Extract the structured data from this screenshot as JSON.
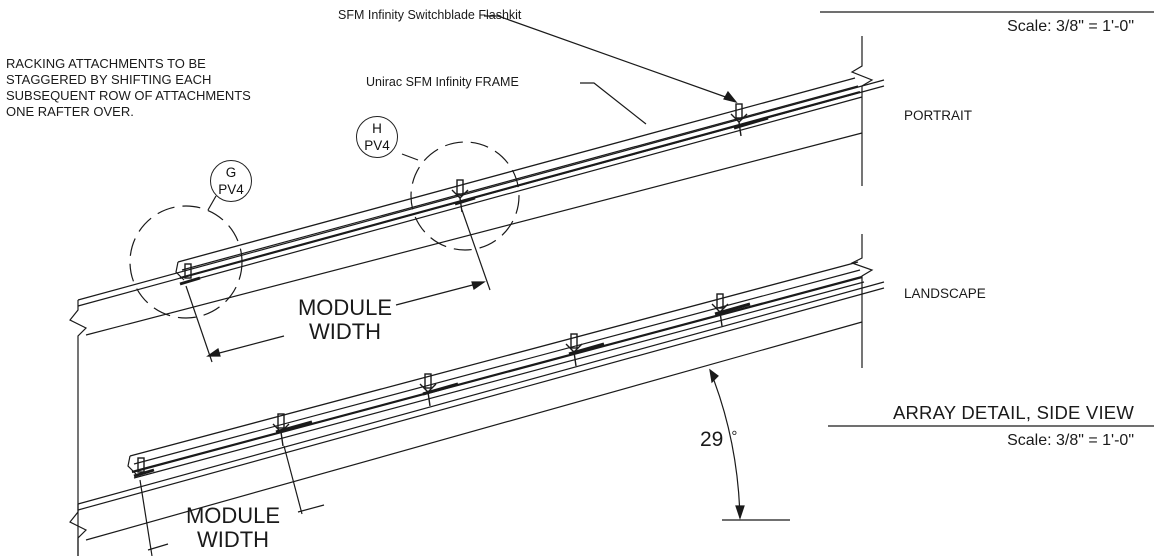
{
  "notes": {
    "racking_lines": [
      "RACKING ATTACHMENTS TO BE",
      "STAGGERED BY SHIFTING EACH",
      "SUBSEQUENT ROW OF ATTACHMENTS",
      "ONE RAFTER OVER."
    ]
  },
  "callouts": {
    "flashkit": "SFM Infinity Switchblade Flashkit",
    "frame": "Unirac SFM Infinity FRAME"
  },
  "detail_bubbles": [
    {
      "letter": "G",
      "sheet": "PV4"
    },
    {
      "letter": "H",
      "sheet": "PV4"
    }
  ],
  "views": {
    "portrait": "PORTRAIT",
    "landscape": "LANDSCAPE"
  },
  "dimensions": {
    "module_width_upper": [
      "MODULE",
      "WIDTH"
    ],
    "module_width_lower": [
      "MODULE",
      "WIDTH"
    ],
    "roof_pitch_value": "29",
    "roof_pitch_unit": "°"
  },
  "titles": {
    "top_scale": "Scale: 3/8\" = 1'-0\"",
    "array_detail": "ARRAY DETAIL, SIDE VIEW",
    "array_detail_scale": "Scale: 3/8\" = 1'-0\""
  },
  "colors": {
    "line": "#1a1a1a",
    "paper": "#ffffff"
  }
}
